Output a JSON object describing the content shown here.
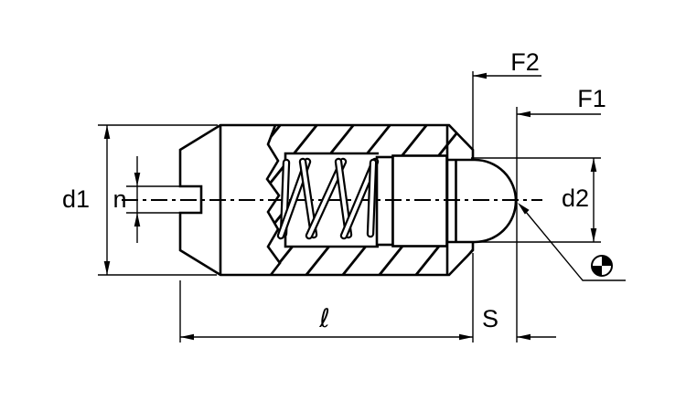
{
  "drawing": {
    "type": "technical-dimension-drawing",
    "subject": "spring-plunger-cross-section",
    "background": "#ffffff",
    "line_color": "#000000",
    "labels": {
      "d1": "d1",
      "n": "n",
      "d2": "d2",
      "f1": "F1",
      "f2": "F2",
      "s": "S",
      "ell": "ℓ"
    },
    "symbols": {
      "position": "position-symbol"
    }
  }
}
